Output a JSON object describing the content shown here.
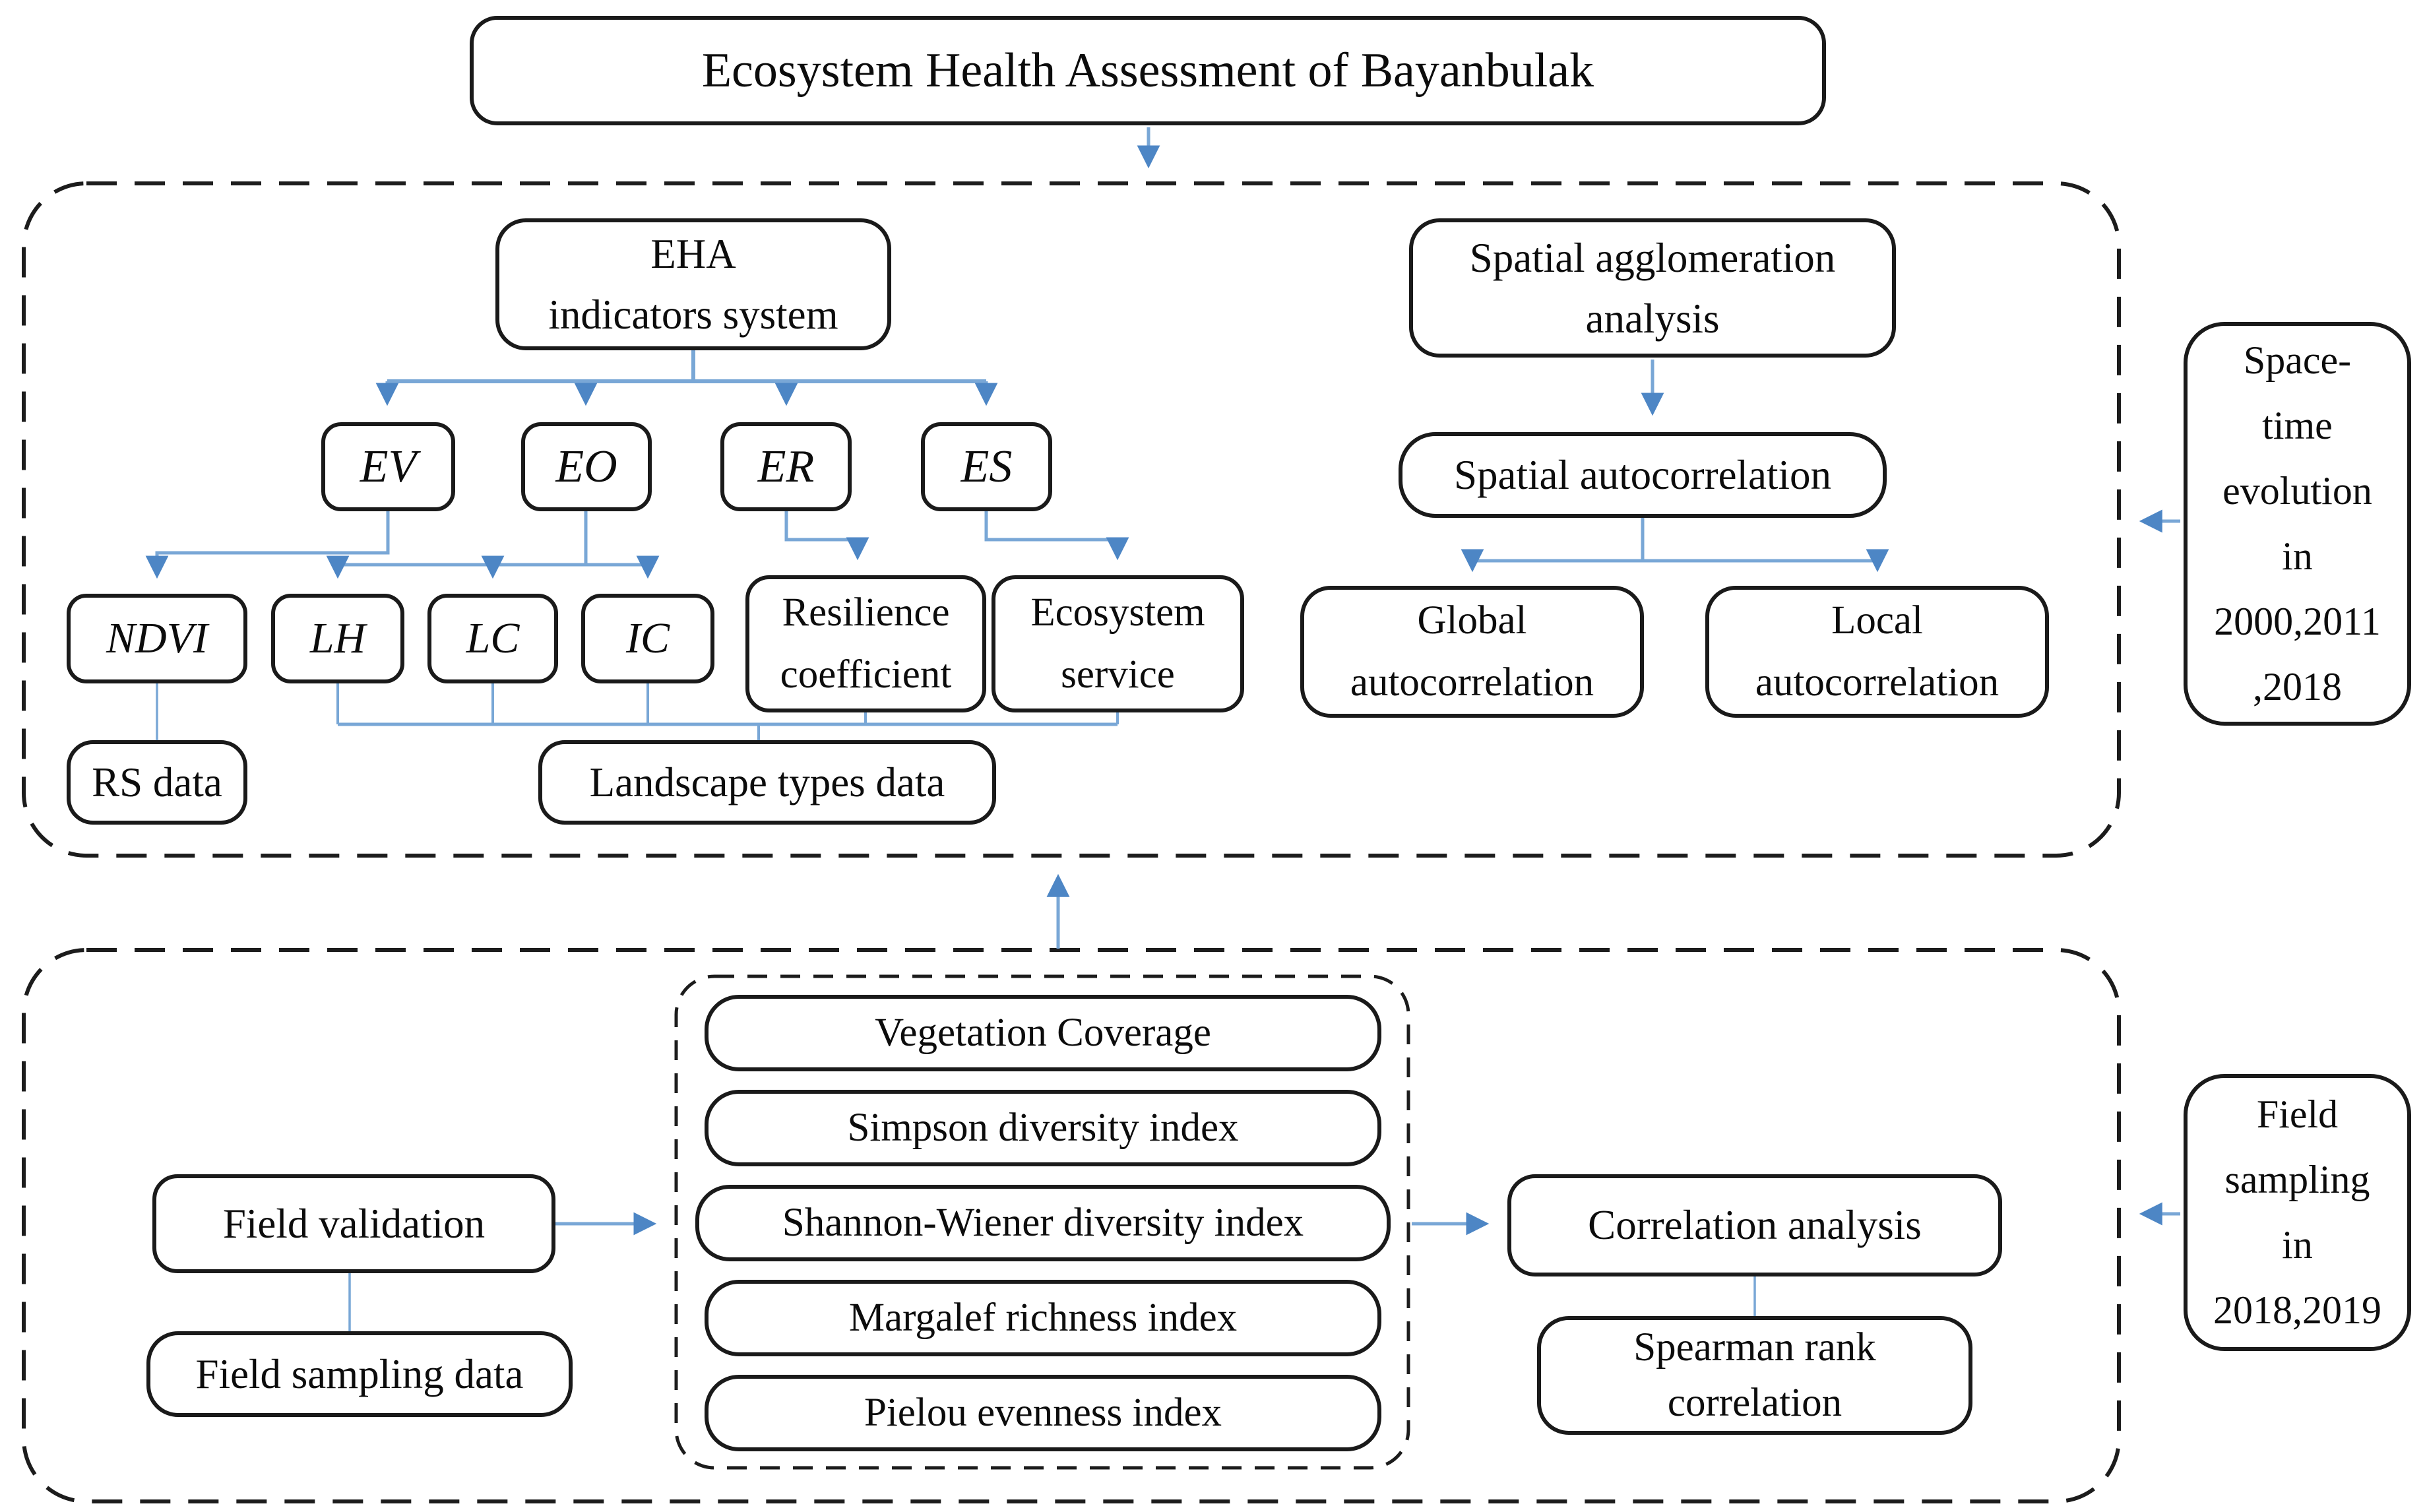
{
  "colors": {
    "accent": "#79a7d6",
    "arrowhead": "#4d86c5",
    "ink": "#0c0c0c",
    "border": "#1a1a1a"
  },
  "title": "Ecosystem Health Assessment of Bayanbulak",
  "upper": {
    "eha_line1": "EHA",
    "eha_line2": "indicators system",
    "spatial_agglomeration_line1": "Spatial agglomeration",
    "spatial_agglomeration_line2": "analysis",
    "ev": "EV",
    "eo": "EO",
    "er": "ER",
    "es": "ES",
    "ndvi": "NDVI",
    "lh": "LH",
    "lc": "LC",
    "ic": "IC",
    "resilience_line1": "Resilience",
    "resilience_line2": "coefficient",
    "ecosystem_line1": "Ecosystem",
    "ecosystem_line2": "service",
    "rs_data": "RS data",
    "landscape_types": "Landscape types data",
    "spatial_autocorrelation": "Spatial autocorrelation",
    "global_line1": "Global",
    "global_line2": "autocorrelation",
    "local_line1": "Local",
    "local_line2": "autocorrelation"
  },
  "sidebar": {
    "space_time": [
      "Space-",
      "time",
      "evolution",
      "in",
      "2000,2011",
      ",2018"
    ],
    "field_sampling": [
      "Field",
      "sampling",
      "in",
      "2018,2019"
    ]
  },
  "lower": {
    "field_validation": "Field validation",
    "field_sampling_data": "Field sampling data",
    "indices": [
      "Vegetation Coverage",
      "Simpson diversity index",
      "Shannon-Wiener diversity index",
      "Margalef richness index",
      "Pielou evenness index"
    ],
    "correlation_analysis": "Correlation analysis",
    "spearman_line1": "Spearman rank",
    "spearman_line2": "correlation"
  }
}
